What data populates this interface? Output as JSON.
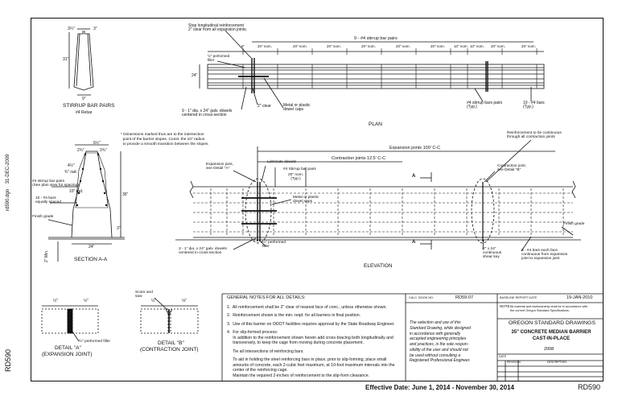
{
  "side": {
    "file_id": "rd590.dgn",
    "date_stamp": "31-DEC-2009",
    "drawing_no": "RD590"
  },
  "stirrup": {
    "dim_top_left": "3¼\"",
    "dim_top_right": "3\"",
    "dim_height": "31\"",
    "dim_bottom": "9\"",
    "title": "STIRRUP BAR PAIRS",
    "subtitle": "#4 Rebar"
  },
  "plan": {
    "note_stop": "Stop longitudinal reinforcement\n2\" clear from all expansion joints.",
    "stirrup_spacing": "9 - #4 stirrup bar pairs",
    "segments": [
      "6\"",
      "20\" nom.",
      "20\" nom.",
      "20\" nom.",
      "20\" nom.",
      "20\" nom.",
      "20\" nom.",
      "10\" nom.",
      "10\" nom.",
      "20\" nom.",
      "20\" nom."
    ],
    "preformed_filler": "½\" preformed\nfiller",
    "width_dim": "24\"",
    "dowels_note": "9 - 1\" dia. x 24\" galv. dowels\ncentered in cross-section",
    "clear_note": "2\" clear",
    "dowel_caps": "Metal or plastic\ndowel caps",
    "stirrup_typ": "#4 stirrup bars pairs\n(Typ.)",
    "bars_typ": "10 - #4 bars\n(Typ.)",
    "title": "PLAN"
  },
  "section": {
    "dim_note": "* Dimensions marked thus are to the intersection\n  point of the barrier slopes. Const. the 10\" radius\n  to provide a smooth transition between the slopes.",
    "dims_top": [
      "6½\"",
      "2¾\"",
      "2¾\""
    ],
    "dims_left": [
      "4½\"",
      "¾\" rad.",
      "10\" rad."
    ],
    "label_stirrup": "#4 stirrup bar pairs\n(See plan view for spacing)",
    "label_bars": "10 - #4 bars\nequally spaced",
    "label_finish": "Finish grade",
    "dim_height": "35\"",
    "dim_3": "3\"",
    "dim_bottom": "24\"",
    "dim_min": "2\" Min.",
    "title": "SECTION A-A"
  },
  "elevation": {
    "expansion_joints": "Expansion joints 100' C-C",
    "contraction_joints": "Contraction joints 12.5' C-C",
    "reinf_note": "Reinforcement to be continuous\nthrough all contraction joints",
    "expansion_joint": "Expansion joint,\nsee Detail \"A\"",
    "lubricate": "Lubricate dowels",
    "stirrup": "#4 Stirrup bar pairs",
    "stirrup_spacing": "20\" nom.\n(Typ.)",
    "contraction_joint": "Contraction joint,\nsee Detail \"B\"",
    "section_mark": "A",
    "dowel_caps": "Metal or plastic\ndowel caps",
    "finish_grade": "Finish grade",
    "dowels_note": "3 - 1\" dia. x 24\" galv. dowels\ncentered in cross-section",
    "filler": "½\" preformed\nfiller",
    "shear_key": "2\" x 24\"\ncontinuous\nshear key",
    "bars_note": "5 - #4 bars each face\ncontinuous from expansion\njoint to expansion joint",
    "title": "ELEVATION"
  },
  "details": {
    "a_dims": [
      "½\"",
      "½\""
    ],
    "a_filler": "½\" preformed filler",
    "a_title": "DETAIL \"A\"",
    "a_sub": "(EXPANSION JOINT)",
    "b_score": "Score and\nsaw",
    "b_dims": [
      "½\"",
      "⅛\""
    ],
    "b_title": "DETAIL \"B\"",
    "b_sub": "(CONTRACTION JOINT)"
  },
  "notes": {
    "heading": "GENERAL NOTES FOR ALL DETAILS:",
    "items": [
      "1.  All reinforcement shall be 2\" clear of nearest face of conc., unless otherwise shown.",
      "2.  Reinforcement shown is the min. reqd. for all barriers in final position.",
      "3.  Use of this barrier on ODOT facilities requires approval by the State Roadway Engineer.",
      "4.  For slip-formed process:\n     In addition to the reinforcement shown herein add cross-bracing both longitudinally and\n     transversely, to keep the cage from moving during concrete placement.",
      "     Tie all intersections of reinforcing bars.",
      "     To aid in holding the steel reinforcing bars in place, prior to slip-forming, place small\n     amounts of concrete, each 2-cubic feet maximum, at 10-foot maximum intervals into the\n     center of the reinforcing cage.\n     Maintain the required 2-inches of reinforcement to the slip-form clearance."
    ]
  },
  "titleblock": {
    "calc_label": "CALC. BOOK NO.",
    "calc_value": "RD59-07",
    "baseline_label": "BASELINE REPORT DATE",
    "baseline_value": "19-JAN-2010",
    "note_label": "NOTE:",
    "note_text": "All material and workmanship shall be in accordance with\nthe current Oregon Standard Specifications.",
    "disclaimer": "The selection and use of this\nStandard Drawing, while designed\nin accordance with generally\naccepted engineering principles\nand practices, is the sole respon-\nsibility of the user and should not\nbe used without consulting a\nRegistered Professional Engineer.",
    "org": "OREGON STANDARD DRAWINGS",
    "title": "35\" CONCRETE MEDIAN BARRIER\nCAST-IN-PLACE",
    "year": "2008",
    "rev_date": "DATE",
    "rev_code": "REVISION",
    "rev_desc": "DESCRIPTION"
  },
  "footer": {
    "effective": "Effective Date: June 1, 2014 - November 30, 2014",
    "code": "RD590"
  }
}
